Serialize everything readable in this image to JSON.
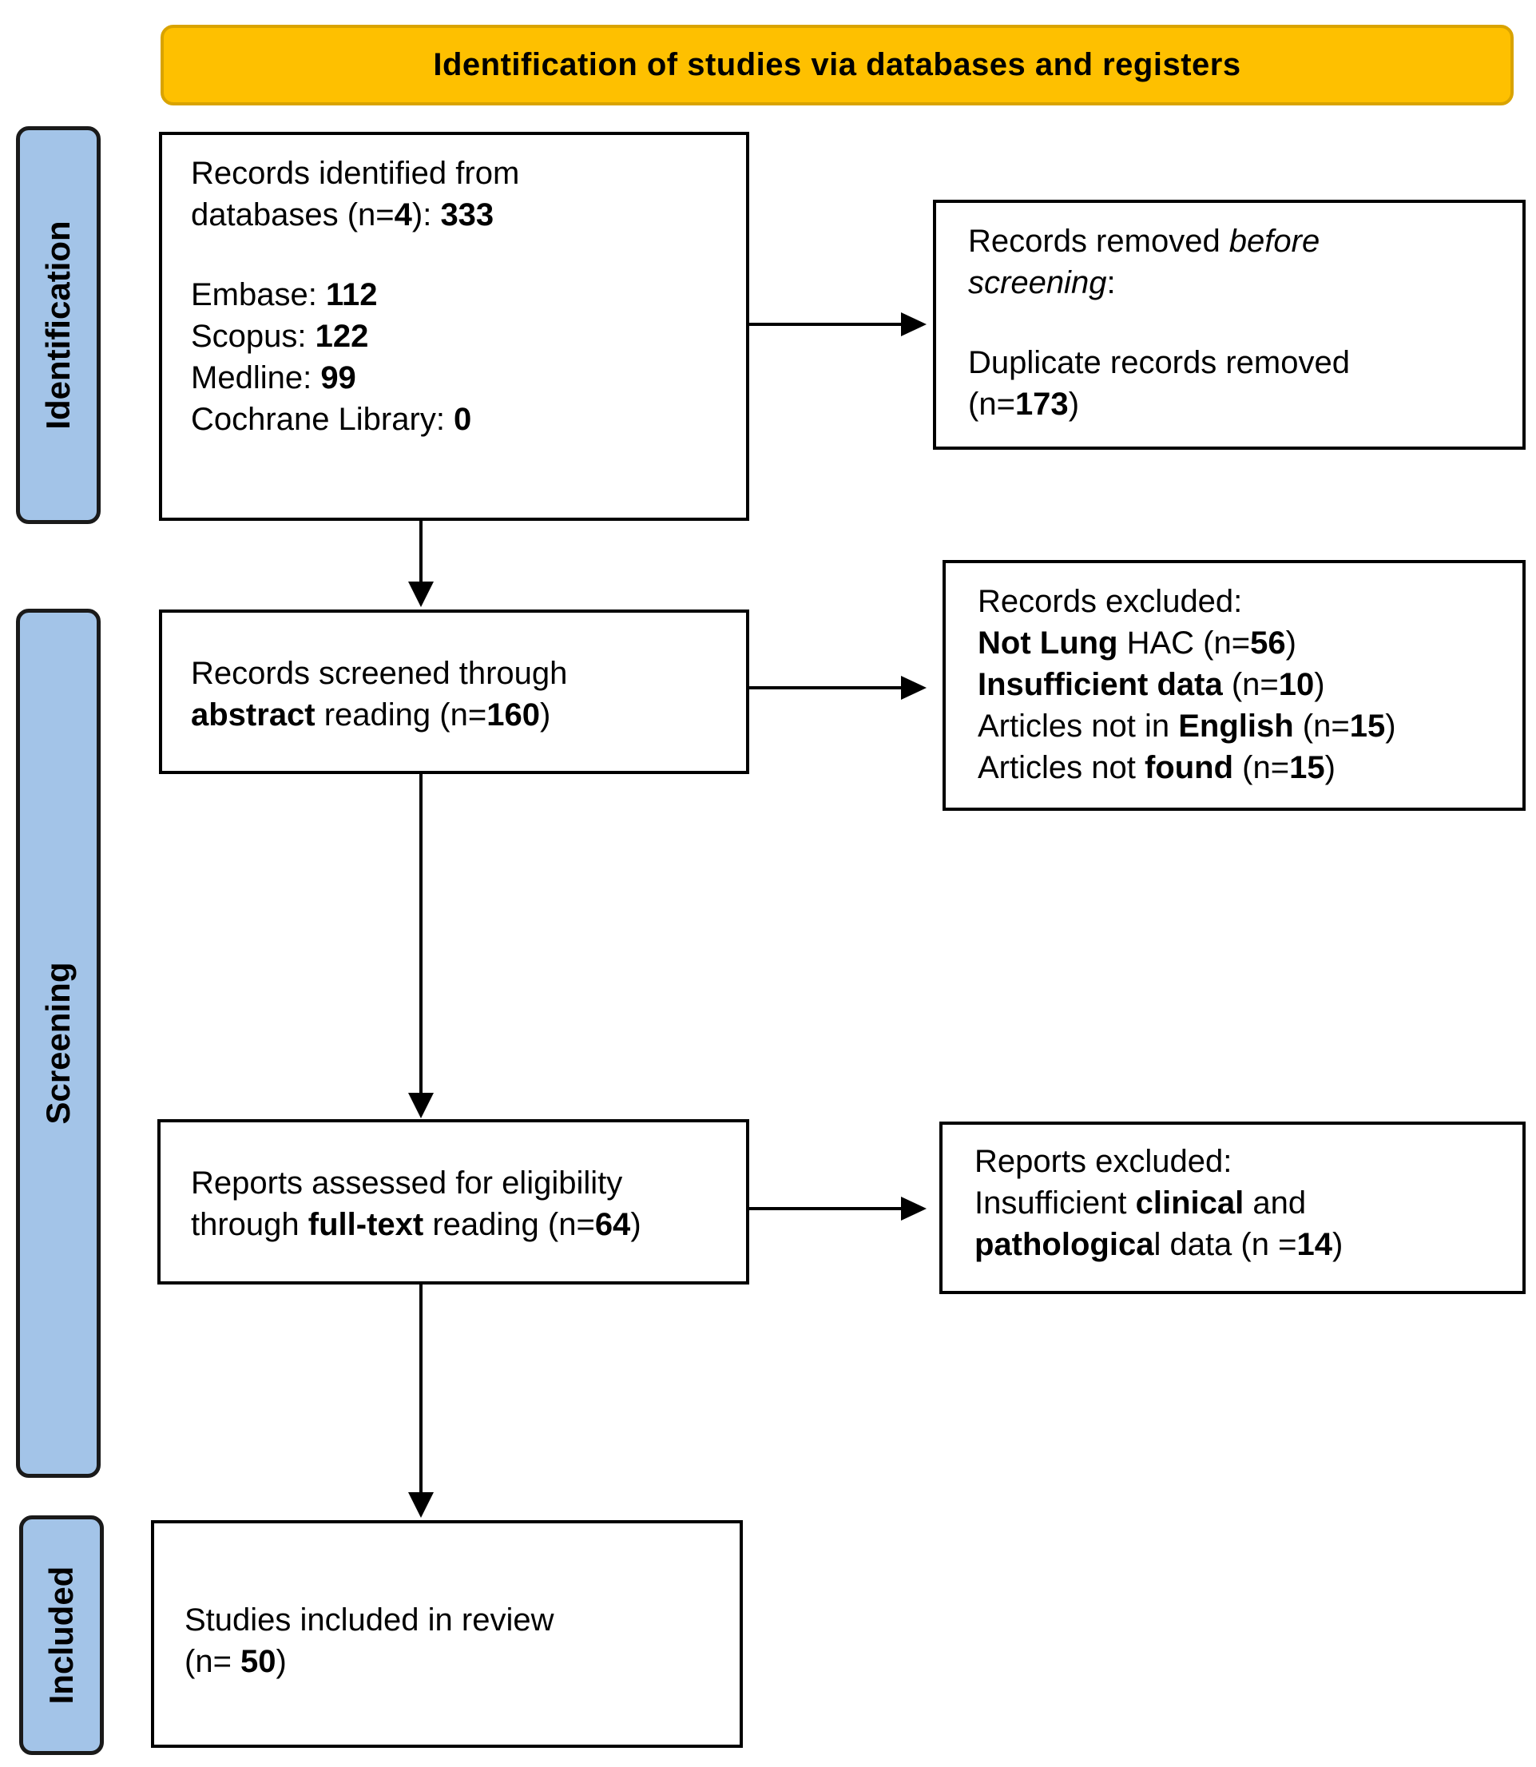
{
  "header": {
    "title": "Identification of studies via databases and registers"
  },
  "stages": {
    "identification": "Identification",
    "screening": "Screening",
    "included": "Included"
  },
  "identified": {
    "line1": "Records identified from",
    "line2_pre": "databases (n=",
    "line2_num": "4",
    "line2_mid": "): ",
    "line2_total": "333",
    "embase_label": "Embase: ",
    "embase_value": "112",
    "scopus_label": "Scopus: ",
    "scopus_value": "122",
    "medline_label": "Medline: ",
    "medline_value": "99",
    "cochrane_label": "Cochrane Library: ",
    "cochrane_value": "0"
  },
  "removed": {
    "line1_pre": "Records removed ",
    "line1_em": "before",
    "line2_em": "screening",
    "line2_post": ":",
    "line3": "Duplicate records removed",
    "line4_pre": "(n=",
    "line4_num": "173",
    "line4_post": ")"
  },
  "screened": {
    "line1": "Records screened through",
    "line2_bold": "abstract",
    "line2_pre": " reading (n=",
    "line2_num": "160",
    "line2_post": ")"
  },
  "excluded": {
    "title": "Records excluded:",
    "r1_bold": "Not Lung",
    "r1_text": " HAC (n=",
    "r1_num": "56",
    "r1_post": ")",
    "r2_bold": "Insufficient data",
    "r2_text": " (n=",
    "r2_num": "10",
    "r2_post": ")",
    "r3_text": "Articles not in ",
    "r3_bold": "English",
    "r3_text2": " (n=",
    "r3_num": "15",
    "r3_post": ")",
    "r4_text": "Articles not ",
    "r4_bold": "found",
    "r4_text2": " (n=",
    "r4_num": "15",
    "r4_post": ")"
  },
  "assessed": {
    "line1": "Reports assessed for eligibility",
    "line2_pre": "through ",
    "line2_bold": "full-text",
    "line2_mid": " reading (n=",
    "line2_num": "64",
    "line2_post": ")"
  },
  "reports_excluded": {
    "title": "Reports excluded:",
    "line2_pre": "Insufficient ",
    "line2_bold": "clinical",
    "line2_post": " and",
    "line3_bold": "pathologica",
    "line3_mid": "l data (n =",
    "line3_num": "14",
    "line3_post": ")"
  },
  "included": {
    "line1": "Studies included in review",
    "line2_pre": "(n= ",
    "line2_num": "50",
    "line2_post": ")"
  }
}
